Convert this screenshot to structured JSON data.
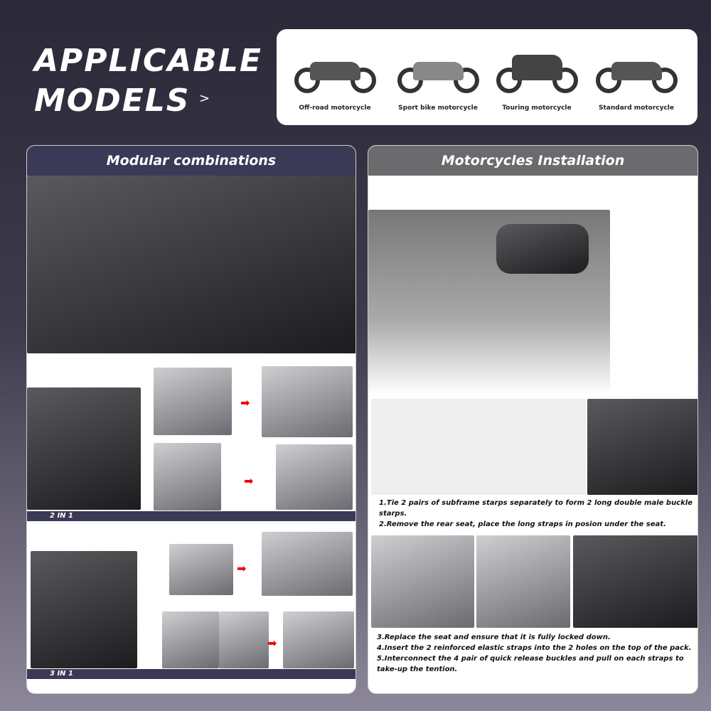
{
  "header": {
    "title_line1": "APPLICABLE",
    "title_line2": "MODELS",
    "arrow": ">"
  },
  "models": [
    {
      "label": "Off-road motorcycle"
    },
    {
      "label": "Sport bike motorcycle"
    },
    {
      "label": "Touring motorcycle"
    },
    {
      "label": "Standard motorcycle"
    }
  ],
  "left_panel": {
    "title": "Modular combinations",
    "label_2in1": "2 IN 1",
    "label_3in1": "3 IN 1"
  },
  "right_panel": {
    "title": "Motorcycles Installation",
    "steps_a": [
      "1.Tie 2 pairs of subframe starps separately to form 2 long double male buckle starps.",
      "2.Remove the rear seat, place the long straps in posion under the seat."
    ],
    "steps_b": [
      "3.Replace the seat and ensure that it is fully locked down.",
      "4.Insert the 2 reinforced elastic straps into the 2 holes on the top of the pack.",
      "5.Interconnect the 4 pair of quick release buckles and pull on each straps to",
      "take-up the tention."
    ]
  },
  "colors": {
    "left_header": "#3a3956",
    "right_header": "#6b6b6d",
    "arrow": "#e00000"
  }
}
